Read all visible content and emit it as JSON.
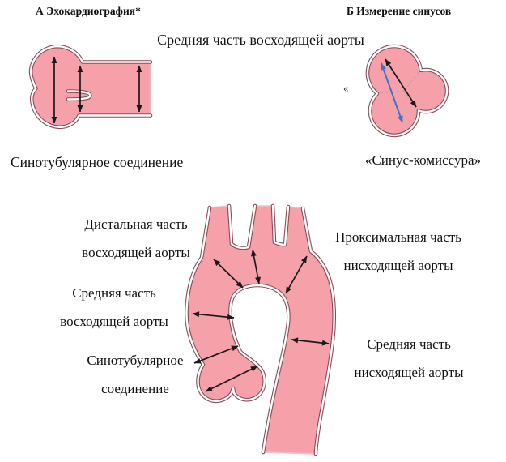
{
  "panel_a": {
    "header": "А Эхокардиография*",
    "title": "Средняя часть восходящей аорты",
    "caption": "Синотубулярное соединение"
  },
  "panel_b": {
    "header": "Б Измерение синусов",
    "caption": "«Синус-комиссура»",
    "commissure_mark": "«"
  },
  "arch_labels": {
    "distal_ascending": [
      "Дистальная часть",
      "восходящей аорты"
    ],
    "mid_ascending": [
      "Средняя часть",
      "восходящей аорты"
    ],
    "sinotubular_junction": [
      "Синотубулярное",
      "соединение"
    ],
    "proximal_descending": [
      "Проксимальная часть",
      "нисходящей аорты"
    ],
    "mid_descending": [
      "Средняя часть",
      "нисходящей аорты"
    ]
  },
  "colors": {
    "vessel_fill": "#f6a1aa",
    "vessel_wall": "#8a4a56",
    "arrow": "#191919",
    "arrow_blue": "#3d74c0",
    "sinus_divider_dashed": "#cf9ba3"
  }
}
